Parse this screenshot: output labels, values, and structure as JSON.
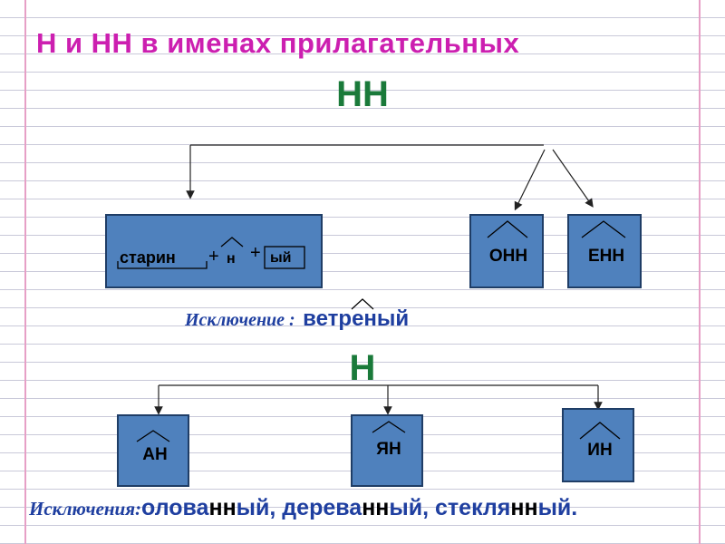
{
  "title": "Н и НН в именах прилагательных",
  "nn_heading": "НН",
  "n_heading": "Н",
  "nn_group": {
    "word_root": "старин",
    "plus1": "+",
    "suffix": "н",
    "plus2": "+",
    "ending": "ый",
    "suffix_boxes": [
      "ОНН",
      "ЕНН"
    ]
  },
  "exception_single": {
    "label": "Исключение :",
    "word_a": "ветр",
    "word_b": "ен",
    "word_c": "ый"
  },
  "n_group": {
    "suffix_boxes": [
      "АН",
      "ЯН",
      "ИН"
    ]
  },
  "exceptions_plural": {
    "label": "Исключения:",
    "w1a": "олова",
    "w1b": "нн",
    "w1c": "ый, ",
    "w2a": "дерева",
    "w2b": "нн",
    "w2c": "ый, ",
    "w3a": "стекля",
    "w3b": "нн",
    "w3c": "ый."
  }
}
